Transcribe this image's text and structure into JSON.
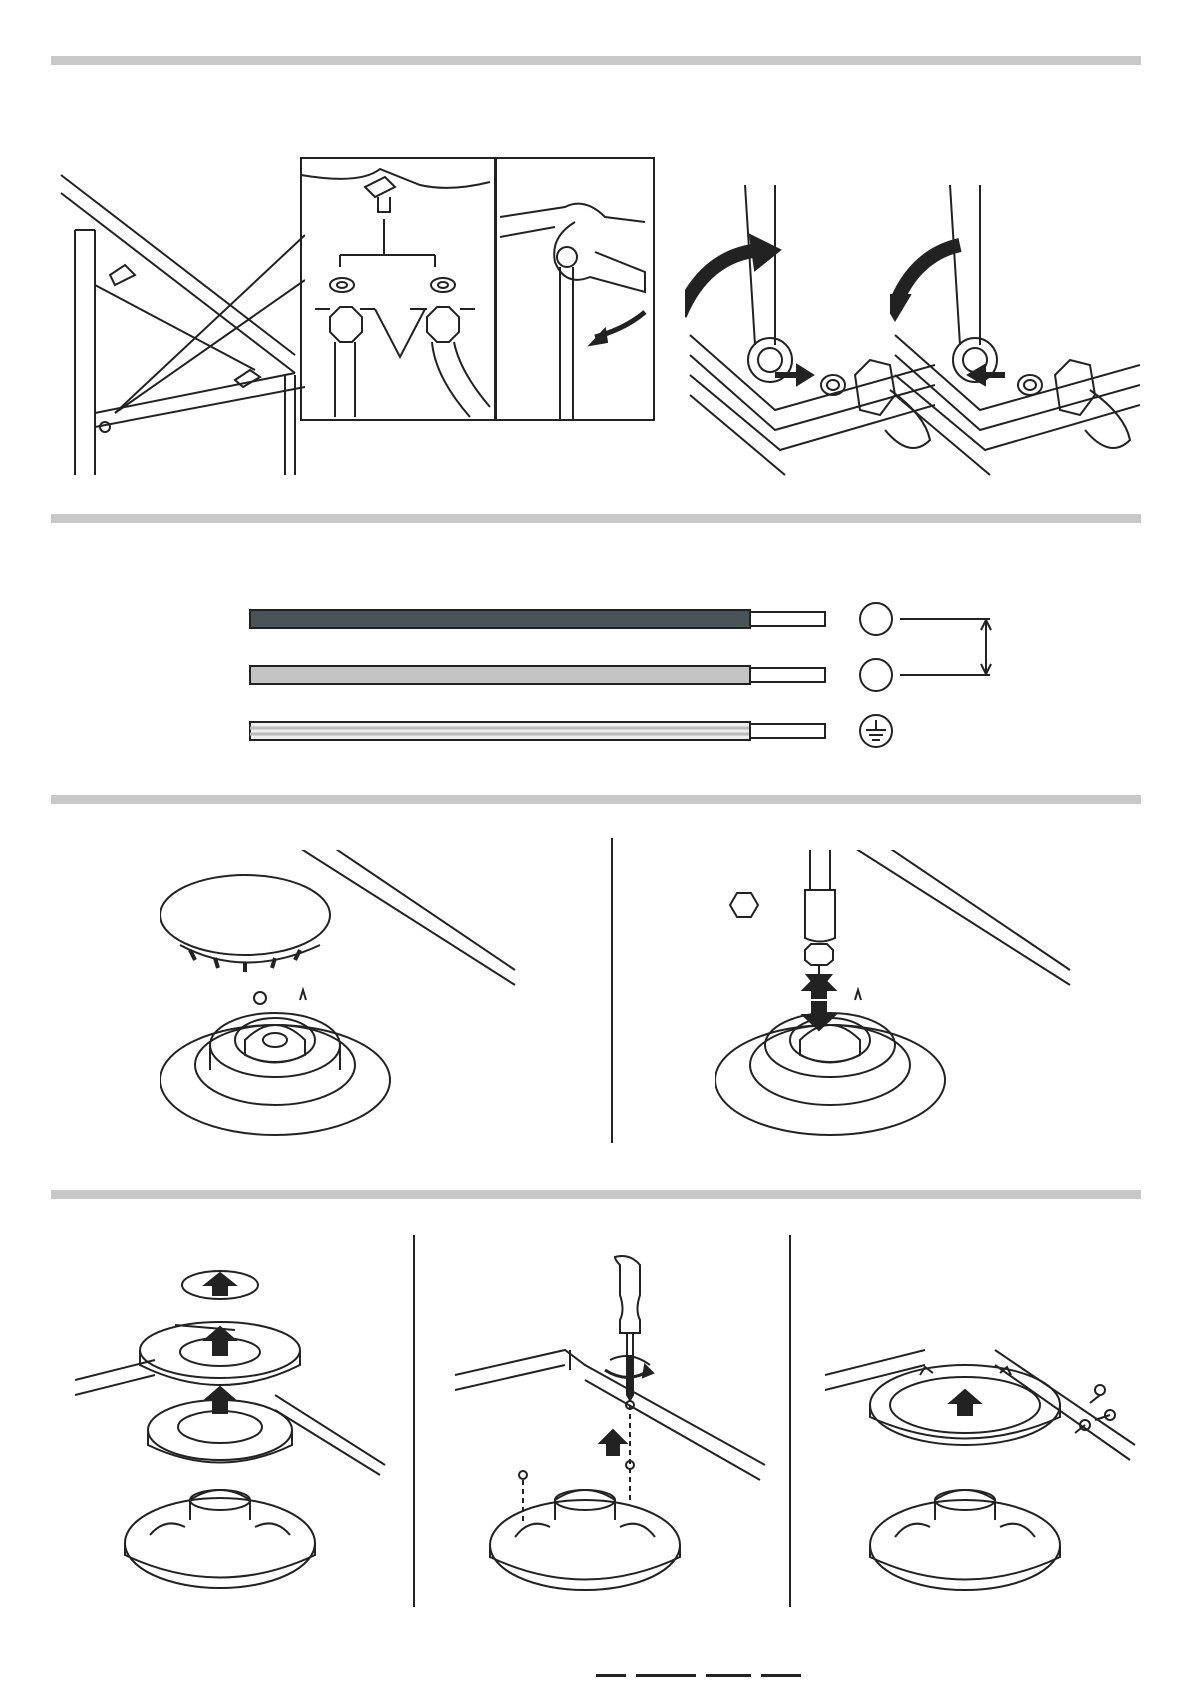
{
  "sections": [
    {
      "name": "gas-connection",
      "panels": [
        "hob-underside-overview",
        "seal-detail",
        "spanner-detail",
        "ring-spanner-loosen",
        "ring-spanner-tighten"
      ]
    },
    {
      "name": "electrical-connection",
      "wires": [
        "live-wire",
        "neutral-wire",
        "earth-wire"
      ],
      "terminals": [
        "terminal-1",
        "terminal-2",
        "earth-terminal"
      ]
    },
    {
      "name": "injector-replacement",
      "panels": [
        "burner-cap-removed",
        "injector-socket-wrench"
      ]
    },
    {
      "name": "burner-removal",
      "panels": [
        "burner-parts-exploded",
        "screwdriver-removal",
        "base-ring-removed"
      ]
    }
  ],
  "colors": {
    "bar": "#c8c8c8",
    "line": "#222222",
    "live": "#4a5357",
    "neutral": "#c4c4c4",
    "earth": "#eeeeee"
  },
  "icons": [
    "hexagon-icon",
    "earth-symbol-icon",
    "arrow-up-icon",
    "arrow-down-icon",
    "rotate-arrow-icon"
  ]
}
